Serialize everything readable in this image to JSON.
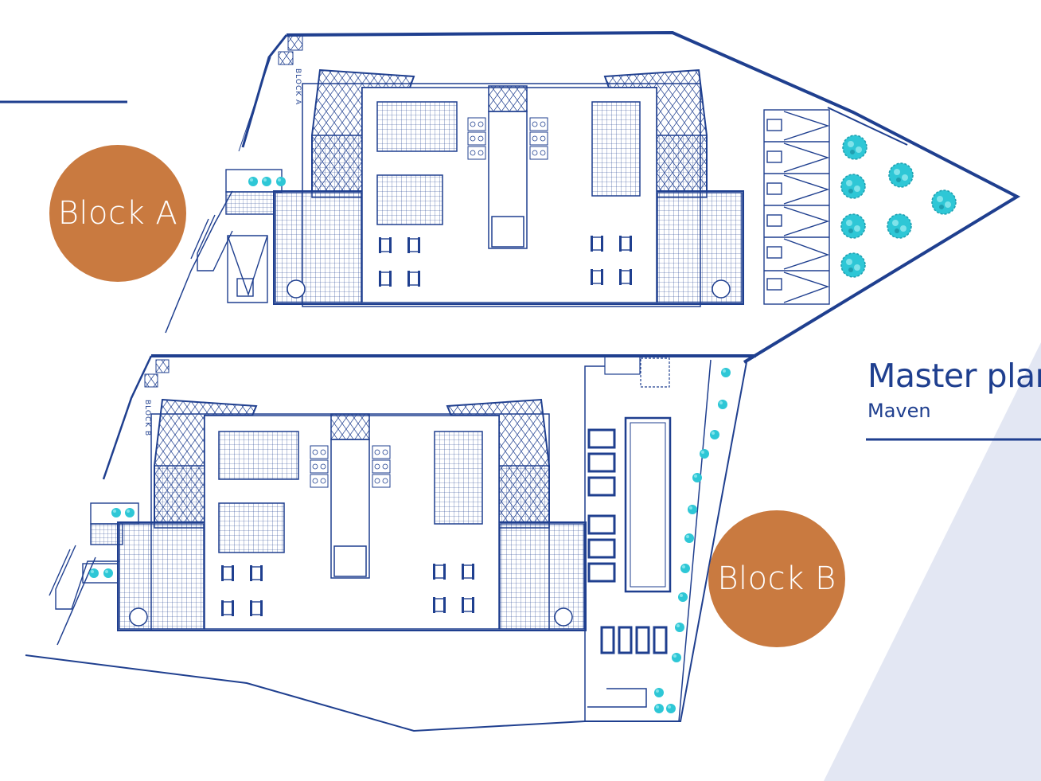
{
  "title": "Master plan",
  "subtitle": "Maven",
  "colors": {
    "line": "#1f3f8f",
    "accent_circle": "#c97a40",
    "tree": "#2ec7d6",
    "background_shape": "#e3e7f3",
    "text": "#1f3f8f"
  },
  "blocks": [
    {
      "badge_label": "Block A",
      "plan_label": "BLOCK A"
    },
    {
      "badge_label": "Block B",
      "plan_label": "BLOCK B"
    }
  ]
}
